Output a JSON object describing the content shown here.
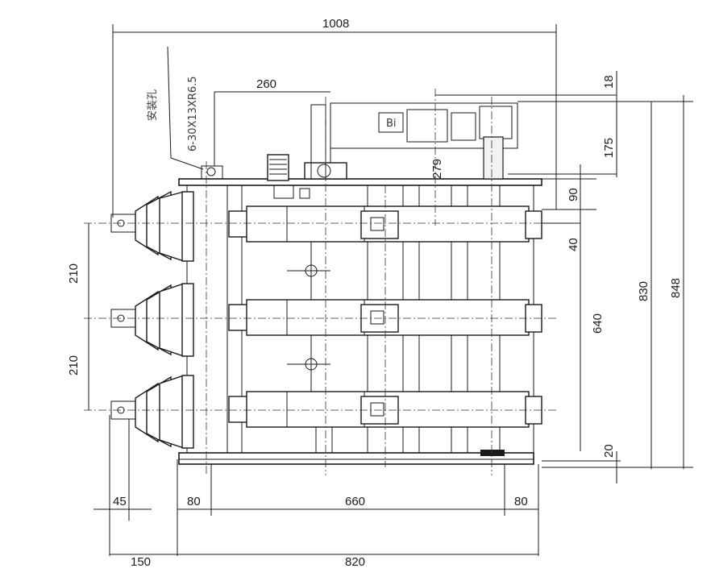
{
  "dimensions": {
    "overall_width": "1008",
    "top_offset": "260",
    "top_18": "18",
    "top_175": "175",
    "top_279": "279",
    "right_90": "90",
    "right_40": "40",
    "pitch_upper": "210",
    "pitch_lower": "210",
    "height_830": "830",
    "height_848": "848",
    "height_640": "640",
    "bottom_20": "20",
    "left_45": "45",
    "base_left_80": "80",
    "base_middle_660": "660",
    "base_right_80": "80",
    "offset_150": "150",
    "base_820": "820"
  },
  "annotations": {
    "mounting_hole_label": "安装孔",
    "mounting_hole_spec": "6-30X13XR6.5"
  }
}
